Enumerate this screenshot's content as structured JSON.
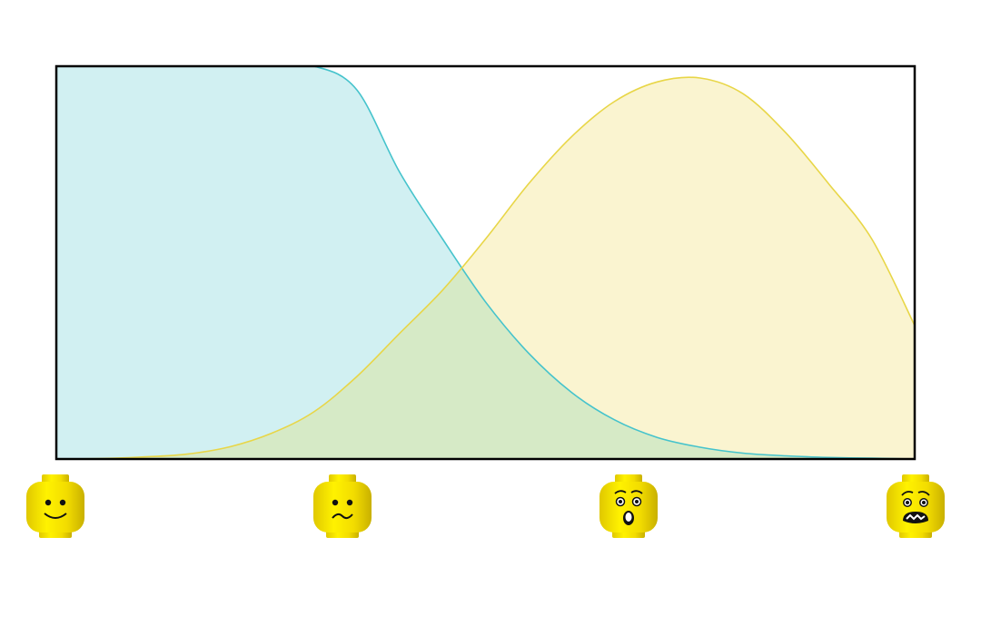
{
  "chart_data": {
    "type": "area",
    "title": "",
    "xlabel": "",
    "ylabel": "",
    "xlim": [
      0,
      3
    ],
    "ylim": [
      0,
      1
    ],
    "grid": false,
    "legend": "none",
    "categories": [
      "calm",
      "uneasy",
      "shocked",
      "frightened"
    ],
    "category_icons": [
      "smile-face-icon",
      "worried-face-icon",
      "shocked-face-icon",
      "scared-face-icon"
    ],
    "x": [
      0,
      0.15,
      0.3,
      0.45,
      0.6,
      0.75,
      0.9,
      1.05,
      1.2,
      1.35,
      1.5,
      1.65,
      1.8,
      1.95,
      2.1,
      2.25,
      2.4,
      2.55,
      2.7,
      2.85,
      3
    ],
    "series": [
      {
        "values": [
          1,
          1,
          1,
          1,
          1,
          1,
          1,
          0.94,
          0.73,
          0.56,
          0.4,
          0.27,
          0.17,
          0.1,
          0.055,
          0.03,
          0.015,
          0.008,
          0.004,
          0.002,
          0
        ],
        "color": "#45c3cc",
        "fill": "#d1f0f2"
      },
      {
        "values": [
          0,
          0.001,
          0.005,
          0.012,
          0.03,
          0.065,
          0.12,
          0.21,
          0.32,
          0.43,
          0.56,
          0.7,
          0.82,
          0.91,
          0.96,
          0.97,
          0.93,
          0.83,
          0.7,
          0.56,
          0.34
        ],
        "color": "#e8d647",
        "fill": "#faf4d0"
      }
    ],
    "overlap_fill": "#d6eac6"
  }
}
